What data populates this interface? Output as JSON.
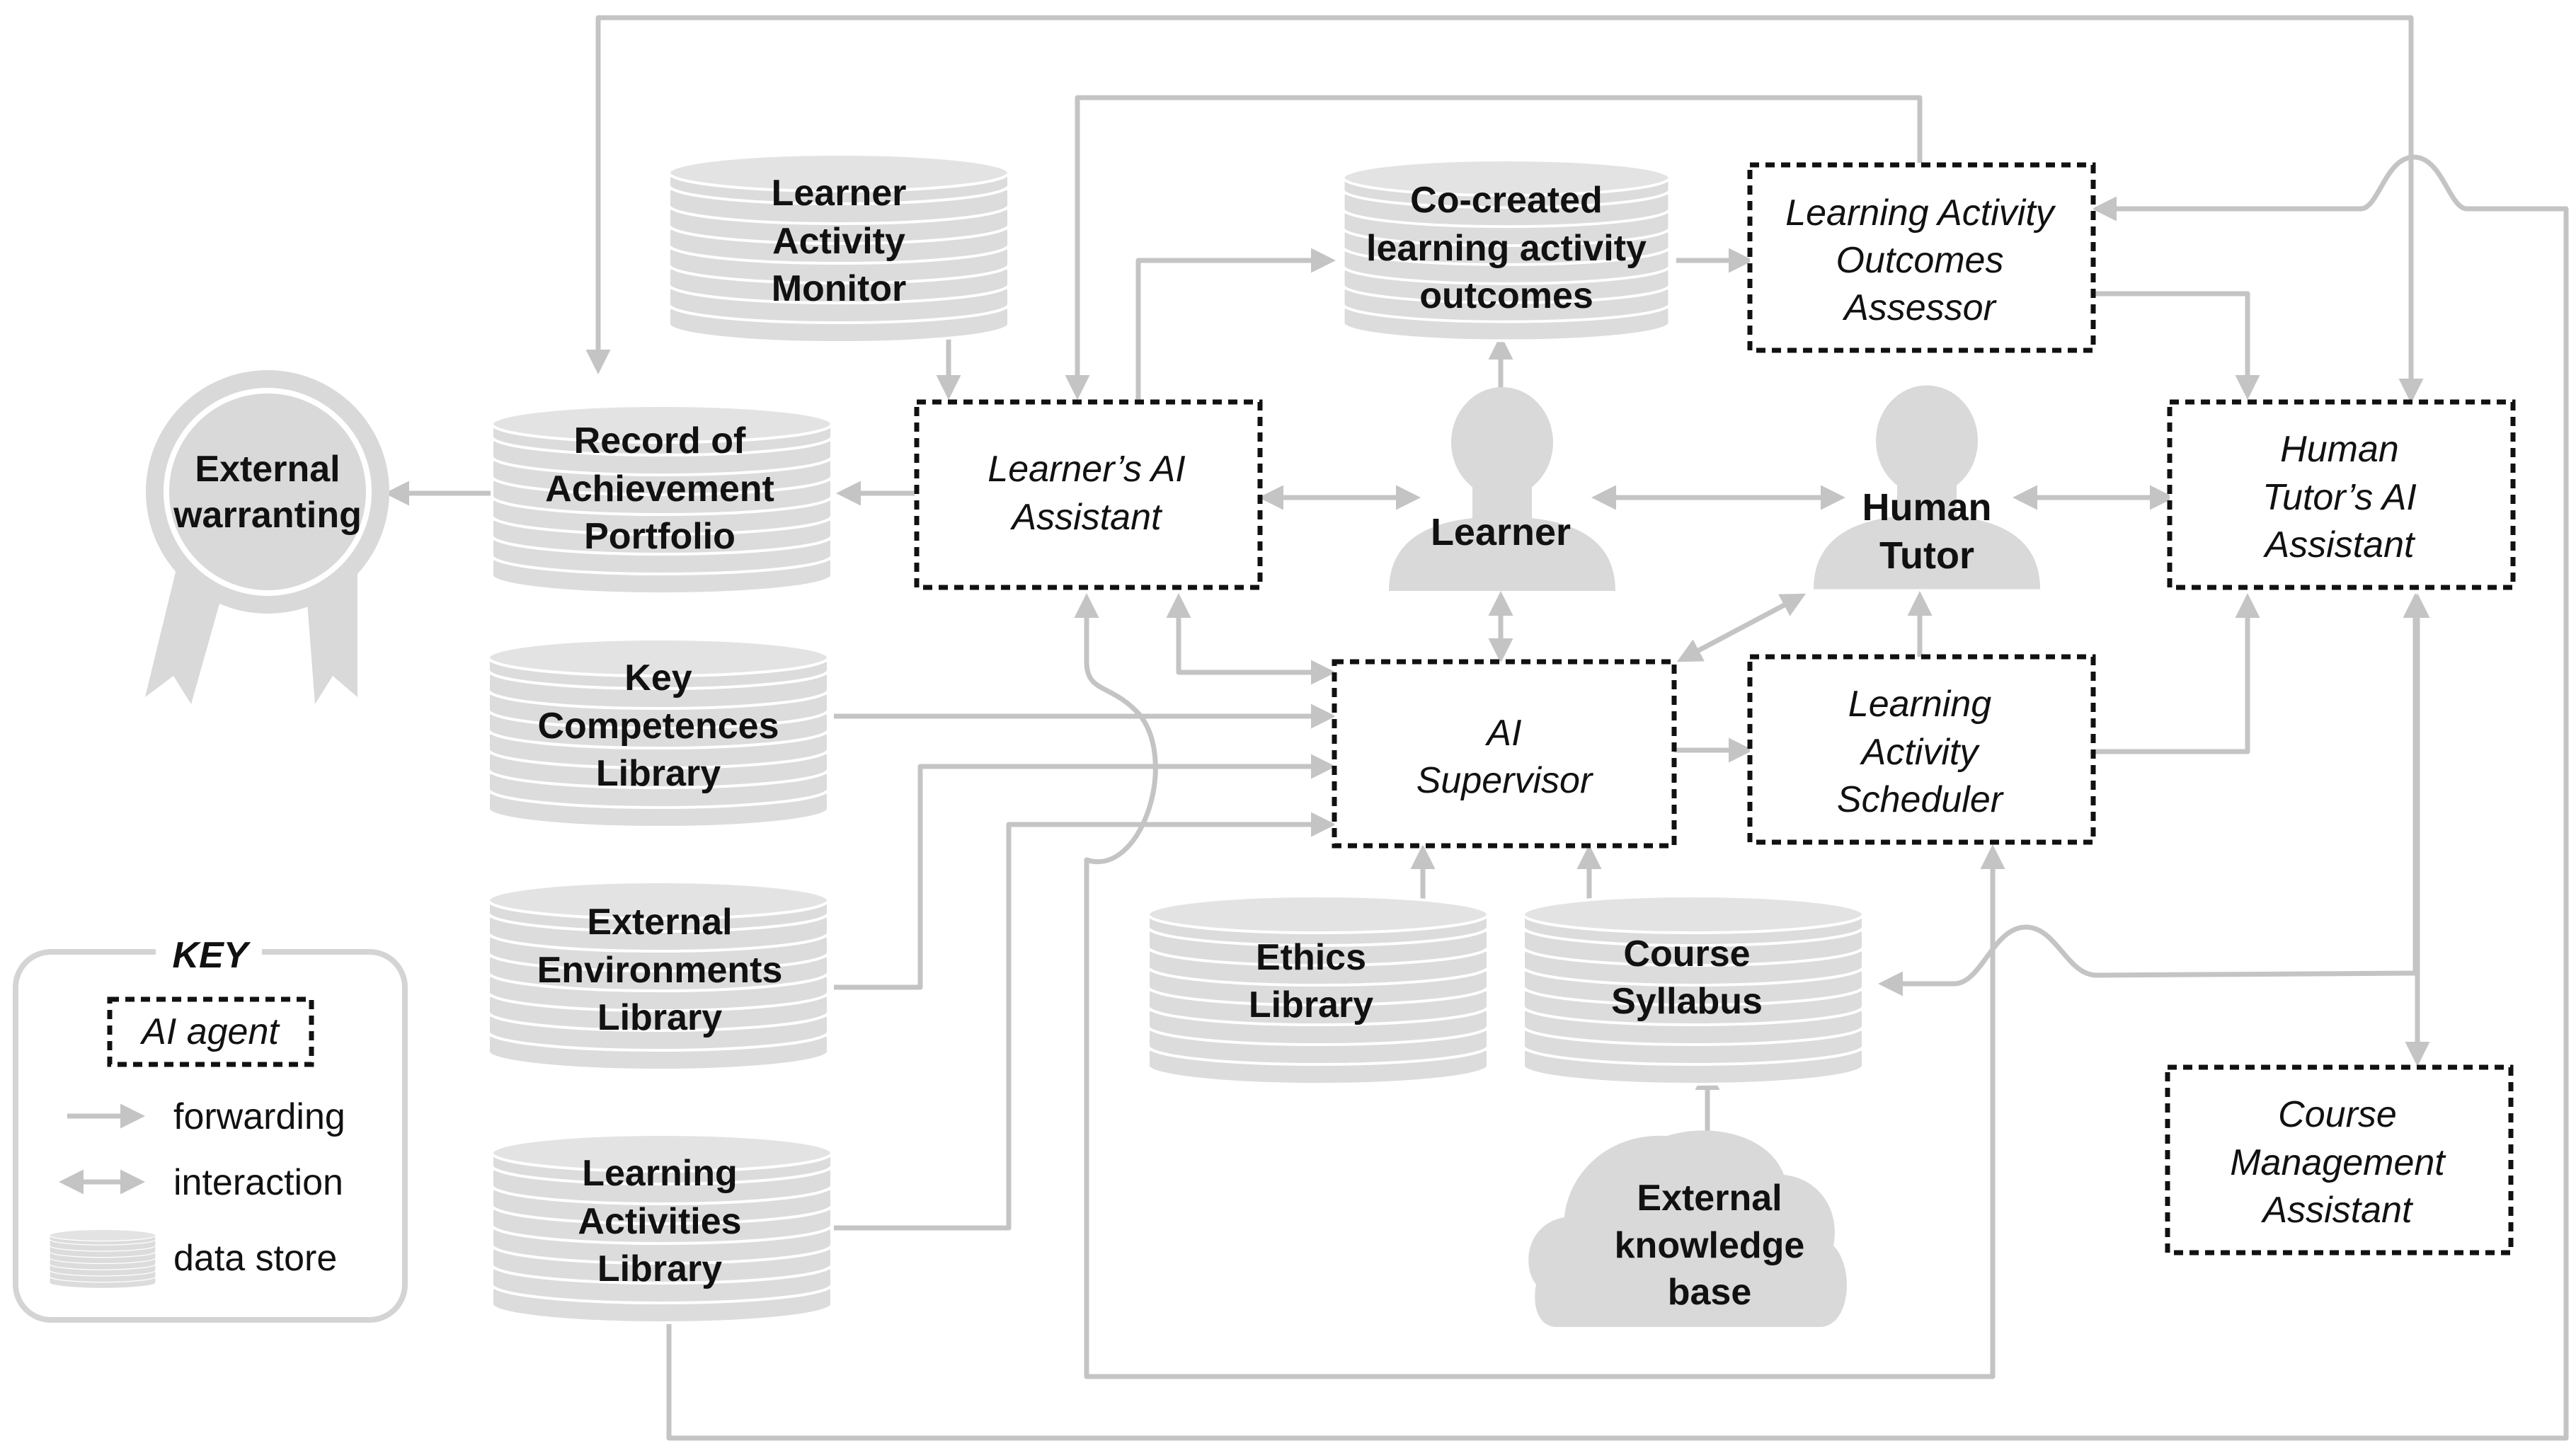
{
  "data_stores": {
    "learner_activity_monitor": [
      "Learner",
      "Activity",
      "Monitor"
    ],
    "co_created_outcomes": [
      "Co-created",
      "learning activity",
      "outcomes"
    ],
    "record_of_achievement": [
      "Record of",
      "Achievement",
      "Portfolio"
    ],
    "key_competences": [
      "Key",
      "Competences",
      "Library"
    ],
    "external_environments": [
      "External",
      "Environments",
      "Library"
    ],
    "learning_activities_library": [
      "Learning",
      "Activities",
      "Library"
    ],
    "ethics_library": [
      "Ethics",
      "Library"
    ],
    "course_syllabus": [
      "Course",
      "Syllabus"
    ]
  },
  "agents": {
    "learners_ai_assistant": [
      "Learner’s AI",
      "Assistant"
    ],
    "outcomes_assessor": [
      "Learning Activity",
      "Outcomes",
      "Assessor"
    ],
    "human_tutors_ai_assistant": [
      "Human",
      "Tutor’s AI",
      "Assistant"
    ],
    "ai_supervisor": [
      "AI",
      "Supervisor"
    ],
    "scheduler": [
      "Learning",
      "Activity",
      "Scheduler"
    ],
    "course_management_assistant": [
      "Course",
      "Management",
      "Assistant"
    ]
  },
  "people": {
    "learner": [
      "Learner"
    ],
    "human_tutor": [
      "Human",
      "Tutor"
    ]
  },
  "external": {
    "warranting": [
      "External",
      "warranting"
    ],
    "knowledge_base": [
      "External",
      "knowledge",
      "base"
    ]
  },
  "key": {
    "title": "KEY",
    "ai_agent": "AI agent",
    "forwarding": "forwarding",
    "interaction": "interaction",
    "data_store": "data store"
  }
}
